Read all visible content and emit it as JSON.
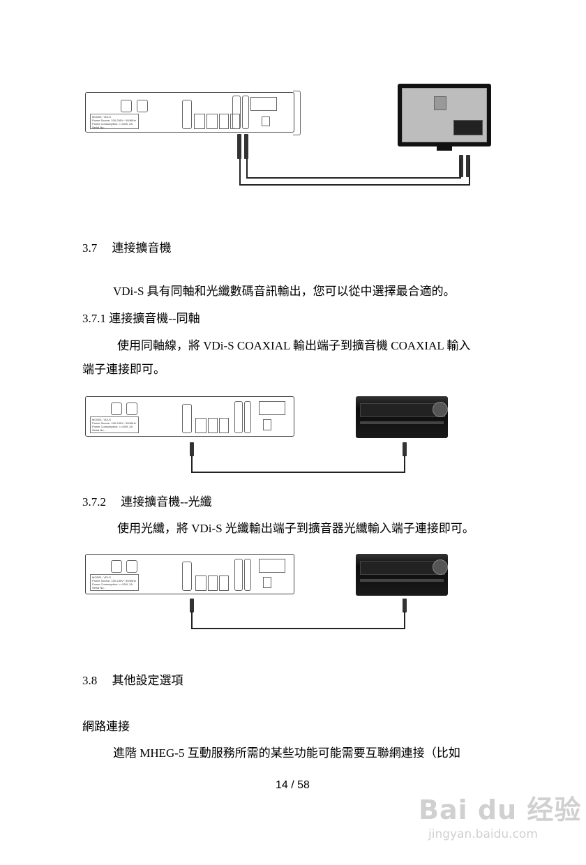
{
  "sections": {
    "s37_title": "3.7 　連接擴音機",
    "s37_body": "VDi-S 具有同軸和光纖數碼音訊輸出，您可以從中選擇最合適的。",
    "s371_title": "3.7.1 連接擴音機--同軸",
    "s371_body_1": "使用同軸線，將 VDi-S COAXIAL 輸出端子到擴音機 COAXIAL 輸入",
    "s371_body_2": "端子連接即可。",
    "s372_title": "3.7.2 　連接擴音機--光纖",
    "s372_body": "使用光纖，將 VDi-S 光纖輸出端子到擴音器光纖輸入端子連接即可。",
    "s38_title": "3.8 　其他設定選項",
    "net_title": "網路連接",
    "net_body": "進階 MHEG-5 互動服務所需的某些功能可能需要互聯網連接（比如"
  },
  "panel_label": "MODEL: VDi-S\nPower Source: 100-240V~ 50/60Hz\nPower Consumption: <=10W, 2A\nSerial No.:",
  "page_number": "14 / 58",
  "watermark": {
    "brand": "Bai du 经验",
    "url": "jingyan.baidu.com"
  }
}
